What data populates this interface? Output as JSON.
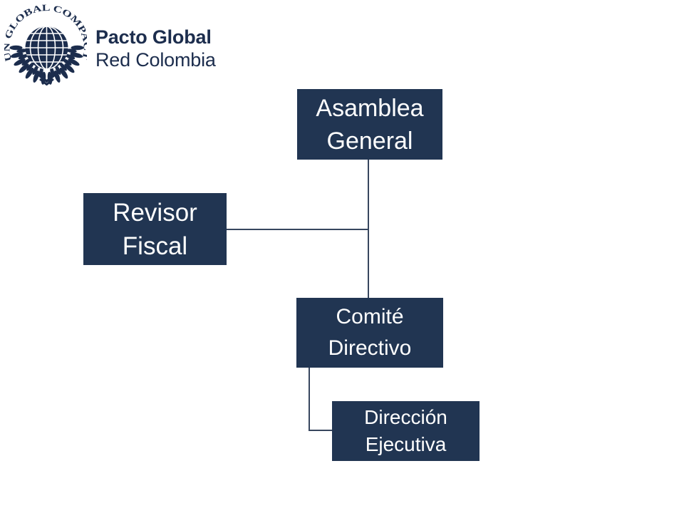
{
  "page": {
    "background": "#ffffff"
  },
  "logo": {
    "arc_text": "UN GLOBAL COMPACT",
    "title": "Pacto Global",
    "subtitle": "Red Colombia",
    "color": "#1c2d4d"
  },
  "org_chart": {
    "type": "org-hierarchy",
    "node_fill": "#213552",
    "node_text_color": "#ffffff",
    "connector_color": "#37465e",
    "nodes": [
      {
        "id": "asamblea-general",
        "lines": [
          "Asamblea",
          "General"
        ]
      },
      {
        "id": "revisor-fiscal",
        "lines": [
          "Revisor",
          "Fiscal"
        ]
      },
      {
        "id": "comite-directivo",
        "lines": [
          "Comité",
          "Directivo"
        ]
      },
      {
        "id": "direccion-ejecutiva",
        "lines": [
          "Dirección",
          "Ejecutiva"
        ]
      }
    ],
    "edges": [
      {
        "from": "asamblea-general",
        "to": "comite-directivo"
      },
      {
        "from": "asamblea-general",
        "to": "revisor-fiscal"
      },
      {
        "from": "comite-directivo",
        "to": "direccion-ejecutiva"
      }
    ]
  }
}
